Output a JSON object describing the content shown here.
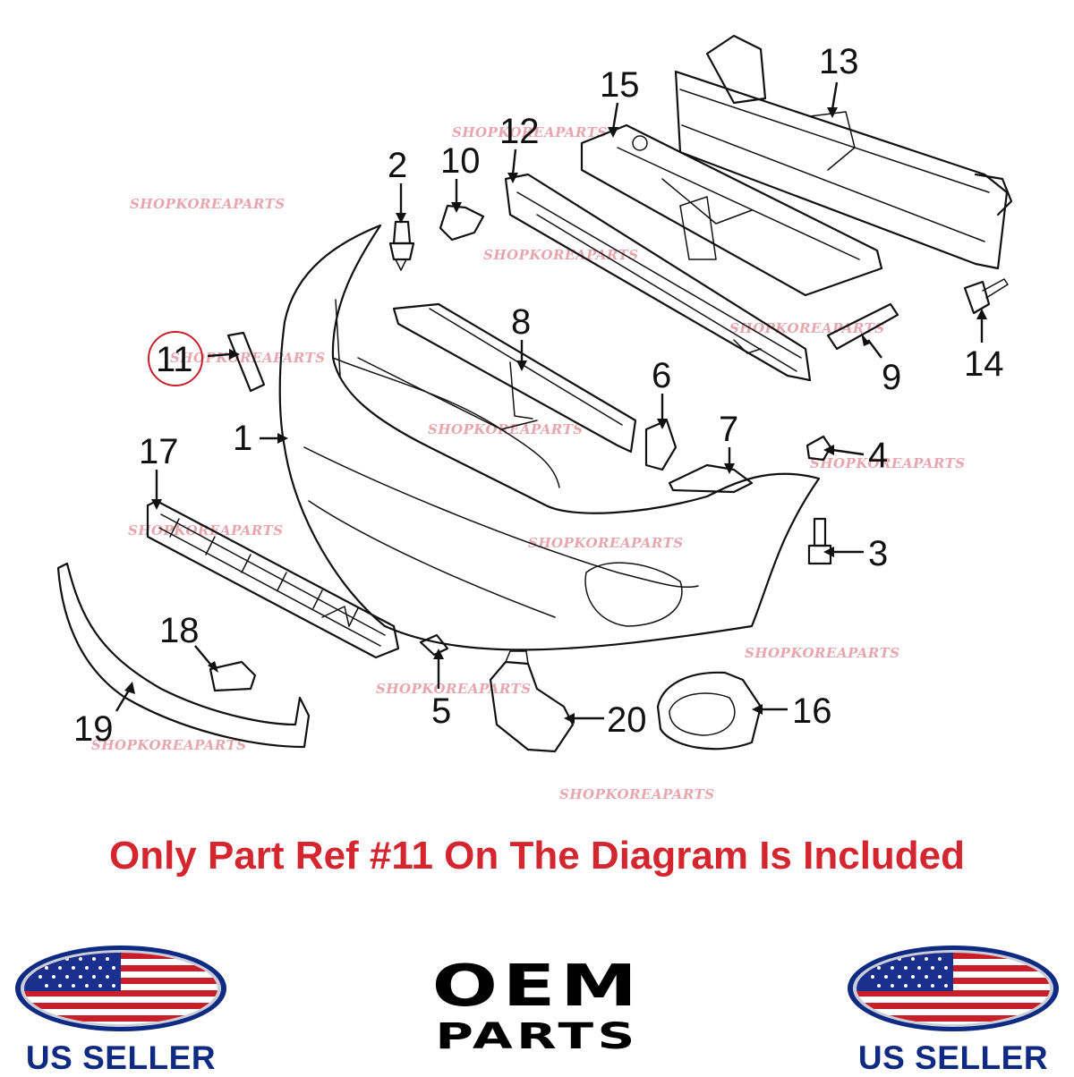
{
  "diagram": {
    "highlighted_ref": "11",
    "callouts": [
      {
        "id": "1",
        "label": "1"
      },
      {
        "id": "2",
        "label": "2"
      },
      {
        "id": "3",
        "label": "3"
      },
      {
        "id": "4",
        "label": "4"
      },
      {
        "id": "5",
        "label": "5"
      },
      {
        "id": "6",
        "label": "6"
      },
      {
        "id": "7",
        "label": "7"
      },
      {
        "id": "8",
        "label": "8"
      },
      {
        "id": "9",
        "label": "9"
      },
      {
        "id": "10",
        "label": "10"
      },
      {
        "id": "11",
        "label": "11"
      },
      {
        "id": "12",
        "label": "12"
      },
      {
        "id": "13",
        "label": "13"
      },
      {
        "id": "14",
        "label": "14"
      },
      {
        "id": "15",
        "label": "15"
      },
      {
        "id": "16",
        "label": "16"
      },
      {
        "id": "17",
        "label": "17"
      },
      {
        "id": "18",
        "label": "18"
      },
      {
        "id": "19",
        "label": "19"
      },
      {
        "id": "20",
        "label": "20"
      }
    ],
    "watermark": "SHOPKOREAPARTS"
  },
  "notice": "Only Part Ref #11 On The Diagram Is Included",
  "badges": {
    "left_label": "US SELLER",
    "right_label": "US SELLER"
  },
  "oem": {
    "line1": "OEM",
    "line2": "PARTS"
  },
  "colors": {
    "notice": "#d4262f",
    "seller_text": "#0f2a82",
    "highlight_circle": "#c8202a",
    "watermark": "#e7a5ad"
  }
}
